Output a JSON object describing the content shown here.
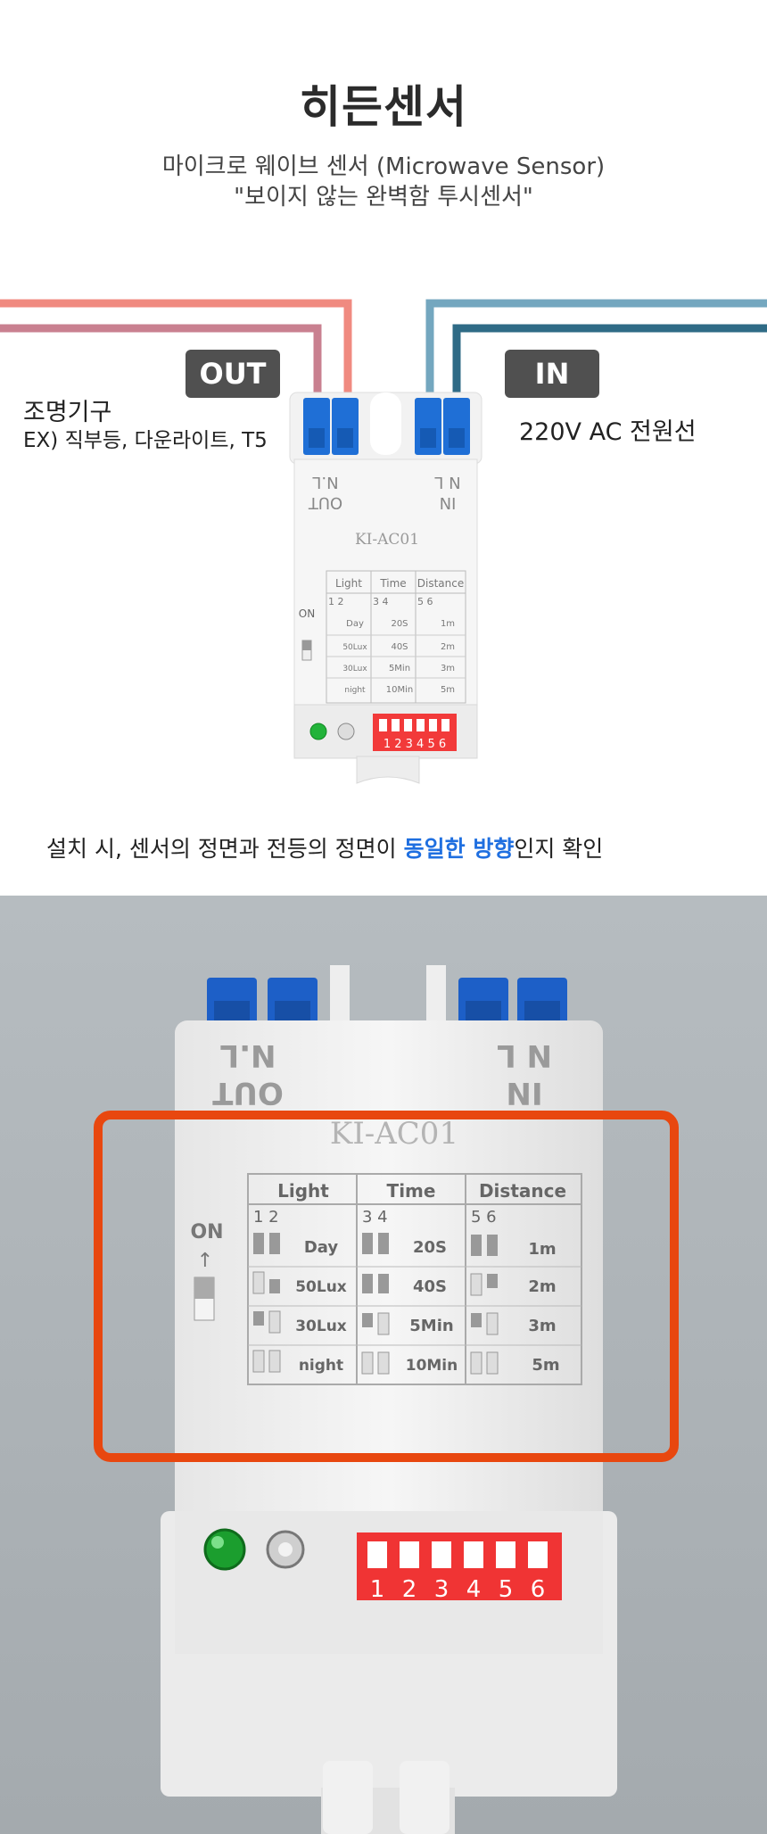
{
  "header": {
    "title": "히든센서",
    "subtitle_line1": "마이크로 웨이브 센서 (Microwave Sensor)",
    "subtitle_line2": "\"보이지 않는 완벽함 투시센서\""
  },
  "diagram": {
    "out_label": "OUT",
    "in_label": "IN",
    "left_title": "조명기구",
    "left_detail": "EX) 직부등, 다운라이트, T5",
    "right_title": "220V AC 전원선",
    "colors": {
      "wire_pink": "#f08a80",
      "wire_mauve": "#c98090",
      "wire_lightblue": "#74a7bf",
      "wire_darkblue": "#2f6b86",
      "label_bg": "#505050"
    }
  },
  "device": {
    "model": "KI-AC01",
    "terminal_out_top": "N.L",
    "terminal_out_bottom": "OUT",
    "terminal_in_top": "N L",
    "terminal_in_bottom": "IN",
    "on_label": "ON",
    "table": {
      "headers": [
        "Light",
        "Time",
        "Distance"
      ],
      "switch_numbers": [
        "1 2",
        "3 4",
        "5 6"
      ],
      "rows": [
        [
          "Day",
          "20S",
          "1m"
        ],
        [
          "50Lux",
          "40S",
          "2m"
        ],
        [
          "30Lux",
          "5Min",
          "3m"
        ],
        [
          "night",
          "10Min",
          "5m"
        ]
      ]
    },
    "dip_numbers": [
      "1",
      "2",
      "3",
      "4",
      "5",
      "6"
    ]
  },
  "install": {
    "before": "설치 시, 센서의 정면과 전등의 정면이 ",
    "highlight": "동일한 방향",
    "after": "인지 확인"
  }
}
